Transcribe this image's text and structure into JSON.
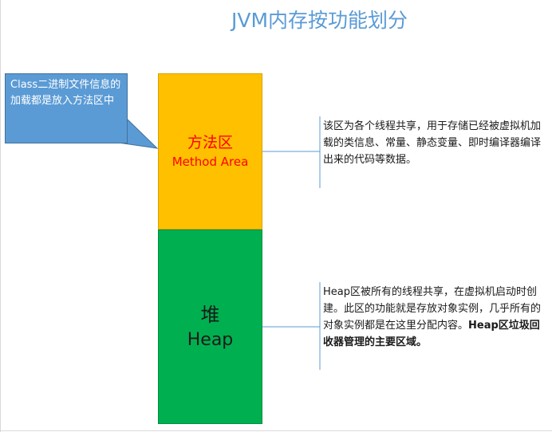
{
  "title": "JVM内存按功能划分",
  "callout": {
    "text": "Class二进制文件信息的加载都是放入方法区中"
  },
  "method_area": {
    "name": "方法区",
    "name_en": "Method Area",
    "description": "该区为各个线程共享，用于存储已经被虚拟机加载的类信息、常量、静态变量、即时编译器编译出来的代码等数据。"
  },
  "heap": {
    "name": "堆",
    "name_en": "Heap",
    "description": "Heap区被所有的线程共享，在虚拟机启动时创建。此区的功能就是存放对象实例，几乎所有的对象实例都是在这里分配内容。",
    "description_bold": "Heap区垃圾回收器管理的主要区域。"
  },
  "colors": {
    "title": "#5b9bd5",
    "callout_fill": "#5b9bd5",
    "method_area_fill": "#ffc000",
    "method_area_text": "#ff0000",
    "heap_fill": "#00b050",
    "connector": "#5b9bd5"
  }
}
